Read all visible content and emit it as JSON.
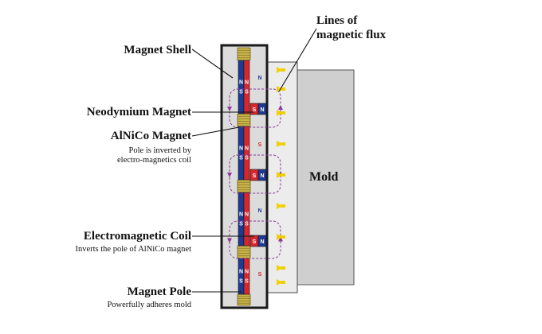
{
  "labels": {
    "magnet_shell": "Magnet Shell",
    "lines_of_flux_1": "Lines of",
    "lines_of_flux_2": "magnetic flux",
    "neodymium": "Neodymium Magnet",
    "alnico": "AlNiCo Magnet",
    "alnico_note_1": "Pole is inverted by",
    "alnico_note_2": "electro-magnetics coil",
    "mold": "Mold",
    "coil": "Electromagnetic Coil",
    "coil_note": "Inverts the pole of AlNiCo magnet",
    "pole": "Magnet Pole",
    "pole_note": "Powerfully adheres mold"
  },
  "glyphs": {
    "north": "N",
    "south": "S"
  },
  "colors": {
    "shell_border": "#1a1a1a",
    "shell_fill": "#dcdcdc",
    "plate_fill": "#ececec",
    "mold_fill": "#cfcfcf",
    "coil": "#c9b34a",
    "north": "#1f3a93",
    "south": "#d9262c",
    "flux": "#8a3a9a",
    "arrow": "#f0d000"
  }
}
